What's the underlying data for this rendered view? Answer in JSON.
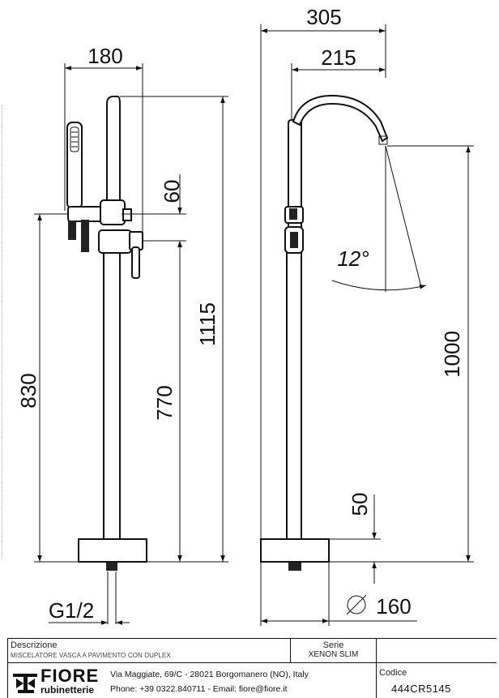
{
  "dimensions": {
    "left_width": "180",
    "top_gap": "60",
    "total_height": "1115",
    "lower_height": "830",
    "outlet_height": "770",
    "connection": "G1/2",
    "total_width": "305",
    "spout_reach": "215",
    "angle": "12°",
    "spout_height": "1000",
    "base_height": "50",
    "base_diameter": "160",
    "diameter_symbol": "Ø"
  },
  "title_block": {
    "descrizione_label": "Descrizione",
    "descrizione_value": "MISCELATORE VASCA A PAVIMENTO CON DUPLEX",
    "serie_label": "Serie",
    "serie_value": "XENON SLIM",
    "codice_label": "Codice",
    "codice_value": "444CR5145",
    "brand_name": "FIORE",
    "brand_sub": "rubinetterie",
    "address": "Via Maggiate, 69/C - 28021 Borgomanero (NO), Italy",
    "contact": "Phone: +39 0322.840711 - Email: fiore@fiore.it"
  },
  "colors": {
    "line": "#111111",
    "background": "#ffffff"
  }
}
